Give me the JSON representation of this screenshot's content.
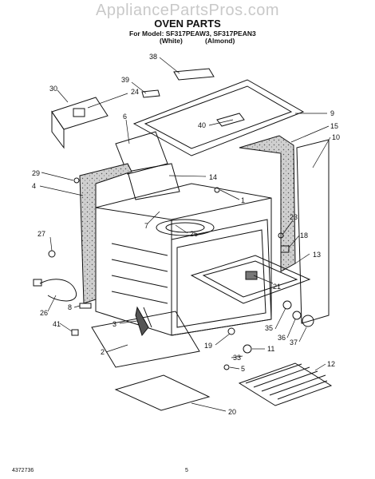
{
  "watermark": "AppliancePartsPros.com",
  "title": "OVEN PARTS",
  "model_label": "For Model: SF317PEAW3, SF317PEAN3",
  "color_white": "(White)",
  "color_almond": "(Almond)",
  "footer_code": "4372736",
  "footer_page": "5",
  "callouts": [
    "38",
    "39",
    "24",
    "30",
    "40",
    "9",
    "15",
    "6",
    "10",
    "29",
    "14",
    "4",
    "1",
    "7",
    "25",
    "23",
    "27",
    "18",
    "13",
    "21",
    "26",
    "8",
    "41",
    "3",
    "35",
    "36",
    "37",
    "19",
    "11",
    "33",
    "5",
    "2",
    "12",
    "20"
  ]
}
